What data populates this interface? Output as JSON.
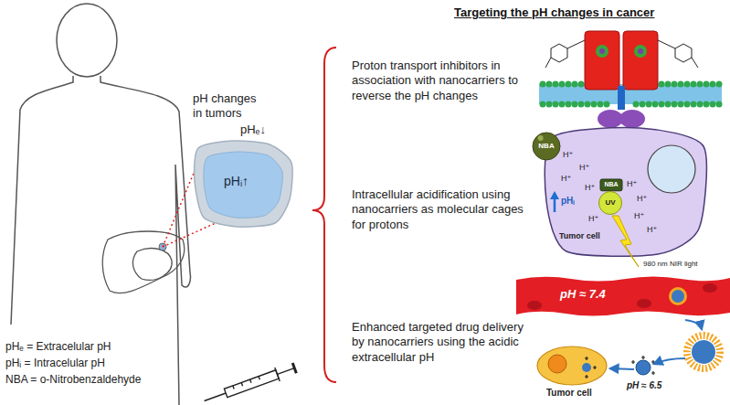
{
  "diagram": {
    "title": "Targeting the pH changes in cancer",
    "nodes": [
      {
        "text": [
          "pH changes in tumors",
          "pHₑ↓",
          "pHᵢ↑"
        ]
      },
      {
        "text": [
          "Tumor cell"
        ]
      },
      {
        "text": [
          "NBA"
        ],
        "in": 1
      },
      {
        "text": [
          "UV"
        ],
        "in": 1
      },
      {
        "text": [
          "NBA"
        ]
      },
      {
        "text": [
          "pH ≈ 7.4"
        ]
      },
      {
        "text": [
          "Tumor cell"
        ]
      }
    ],
    "labels": [
      "Proton transport inhibitors in association with nanocarriers to reverse the pH changes",
      "Intracellular acidification using nanocarriers as molecular cages for protons",
      "Enhanced targeted drug delivery by nanocarriers using the acidic extracellular pH",
      "pHᵢ",
      "H⁺",
      "H⁺",
      "H⁺",
      "H⁺",
      "H⁺",
      "H⁺",
      "H⁺",
      "H⁺",
      "H⁺",
      "980 nm NIR light",
      "pH ≈ 6.5",
      "pHₑ = Extracelular pH",
      "pHᵢ = Intracelular pH",
      "NBA = o-Nitrobenzaldehyde"
    ]
  }
}
